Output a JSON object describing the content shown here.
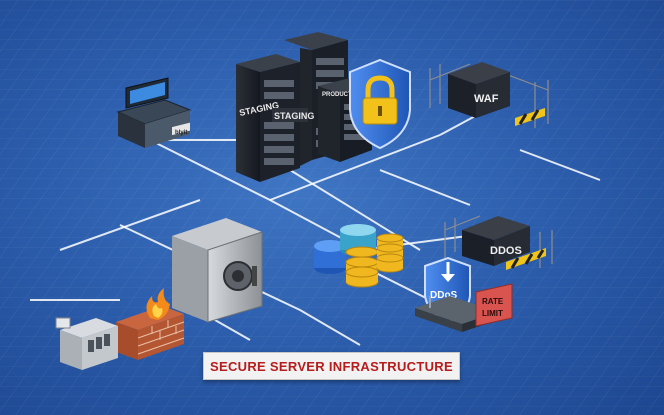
{
  "title": "SECURE SERVER INFRASTRUCTURE",
  "labels": {
    "staging_1": "STAGING",
    "staging_2": "STAGING",
    "production": "PRODUCT",
    "waf": "WAF",
    "ddos_appliance": "DDOS",
    "ddos_shield": "DDoS",
    "rate_limit_1": "RATE",
    "rate_limit_2": "LIMIT",
    "workstation": "blyit"
  },
  "colors": {
    "background": "#2d5fae",
    "title_text": "#b71c1c",
    "grid_line": "#ffffff",
    "shield": "#2f6fd6",
    "lock": "#f2c21b",
    "coins": "#f0b81e",
    "database": "#3a7fd6",
    "rate_limit_sign": "#d9534f"
  },
  "icons": [
    "workstation-icon",
    "server-rack-icon",
    "shield-lock-icon",
    "waf-appliance-icon",
    "safe-vault-icon",
    "database-coins-icon",
    "ddos-appliance-icon",
    "ddos-shield-icon",
    "rate-limit-router-icon",
    "firewall-icon",
    "network-device-icon"
  ]
}
